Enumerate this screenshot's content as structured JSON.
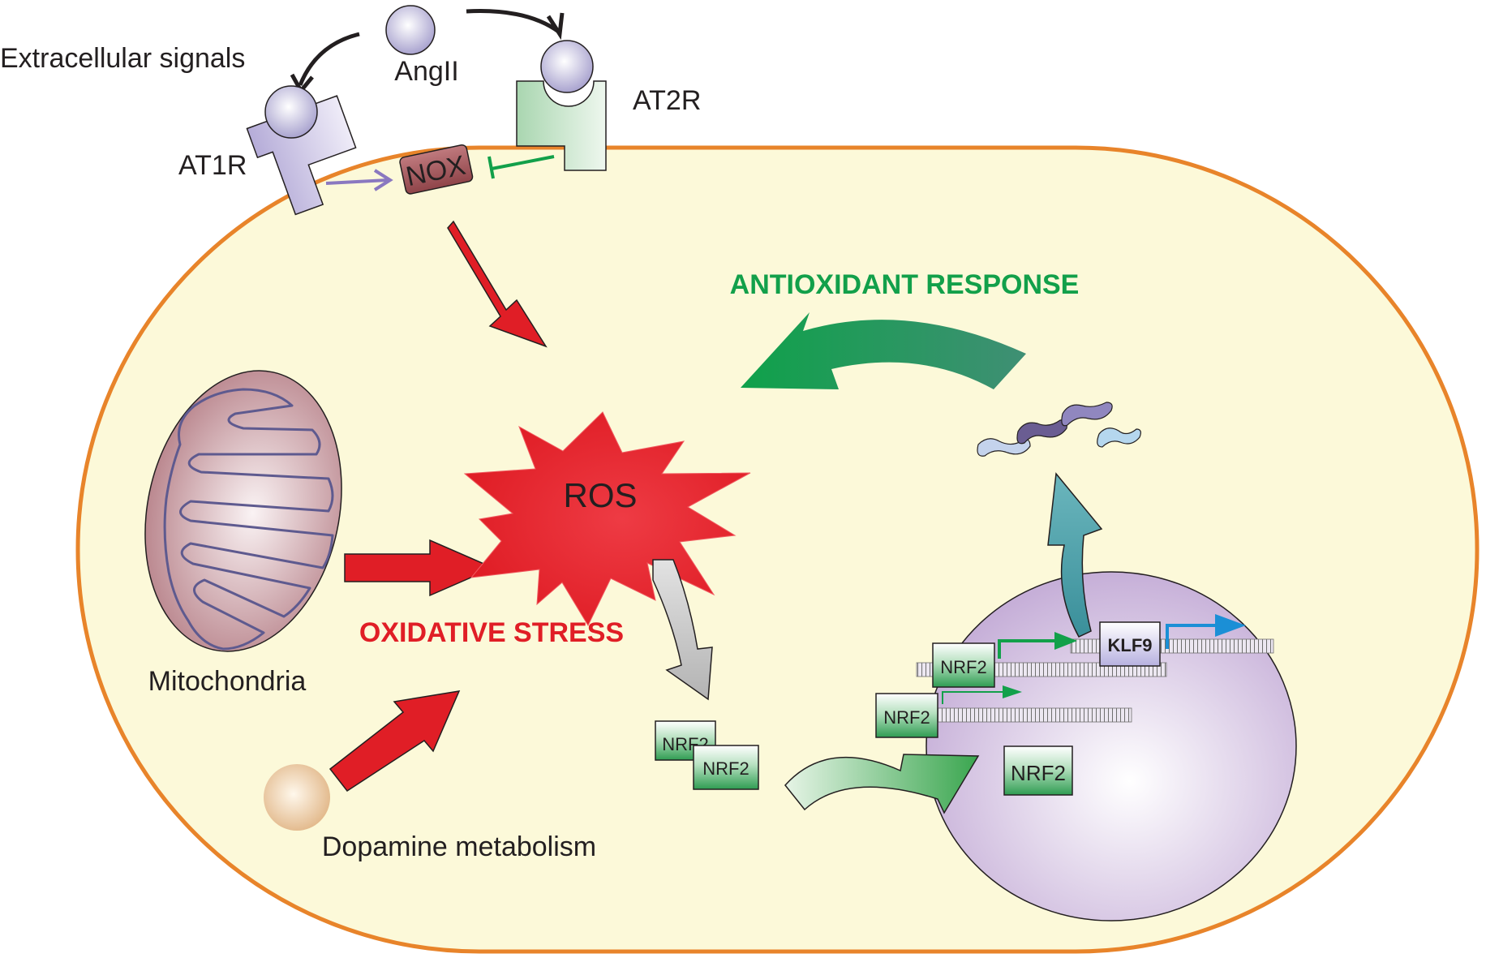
{
  "labels": {
    "extracellular": "Extracellular signals",
    "angii": "AngII",
    "at1r": "AT1R",
    "at2r": "AT2R",
    "nox": "NOX",
    "ros": "ROS",
    "oxidative_stress": "OXIDATIVE STRESS",
    "antioxidant_response": "ANTIOXIDANT RESPONSE",
    "mitochondria": "Mitochondria",
    "dopamine": "Dopamine metabolism",
    "nrf2": "NRF2",
    "klf9": "KLF9"
  },
  "colors": {
    "membrane": "#e8842a",
    "cytoplasm": "#fcf9d9",
    "red_arrow": "#e01e26",
    "green_text": "#12a04a",
    "red_text": "#e01e26",
    "nucleus": "#d9c8e6",
    "at1r": "#cfc7e6",
    "at2r": "#cfe6cf",
    "nox": "#a8585c",
    "nrf2_box": "#4caf6a",
    "klf9_box": "#dcd9f0",
    "klf9_arrow": "#1b8fd6"
  }
}
